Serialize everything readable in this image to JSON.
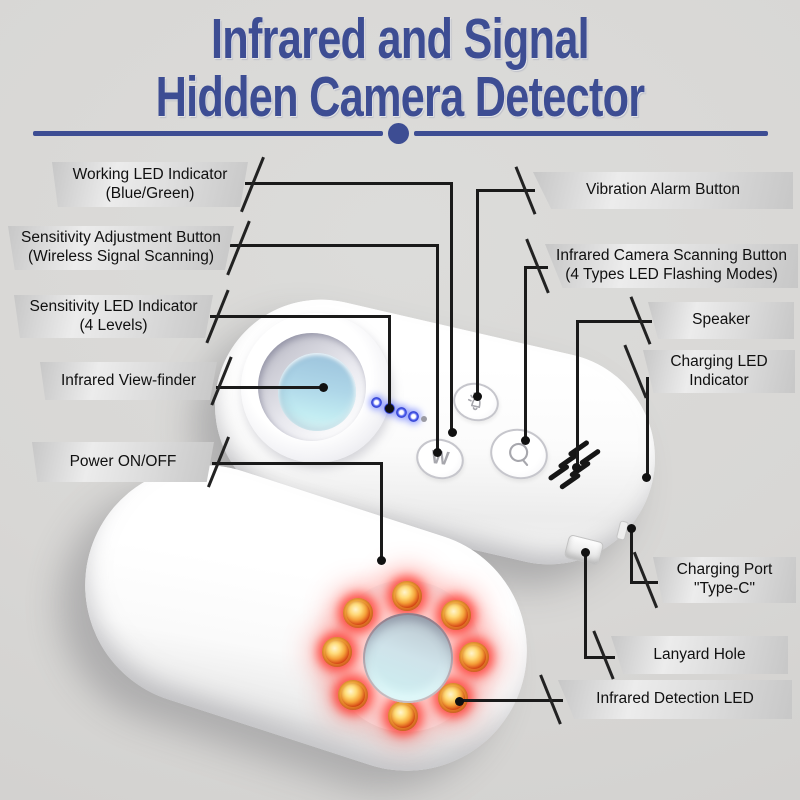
{
  "title": {
    "line1": "Infrared and Signal",
    "line2": "Hidden Camera Detector"
  },
  "labels": {
    "left": [
      {
        "id": "working-led-indicator",
        "text": "Working LED Indicator\n(Blue/Green)"
      },
      {
        "id": "sensitivity-adjustment-button",
        "text": "Sensitivity Adjustment Button\n(Wireless Signal Scanning)"
      },
      {
        "id": "sensitivity-led-indicator",
        "text": "Sensitivity LED Indicator\n(4 Levels)"
      },
      {
        "id": "infrared-view-finder",
        "text": "Infrared View-finder"
      },
      {
        "id": "power-on-off",
        "text": "Power ON/OFF"
      }
    ],
    "right": [
      {
        "id": "vibration-alarm-button",
        "text": "Vibration Alarm Button"
      },
      {
        "id": "infrared-camera-scanning-button",
        "text": "Infrared Camera Scanning Button\n(4 Types LED Flashing Modes)"
      },
      {
        "id": "speaker",
        "text": "Speaker"
      },
      {
        "id": "charging-led-indicator",
        "text": "Charging LED\nIndicator"
      },
      {
        "id": "charging-port-type-c",
        "text": "Charging Port\n\"Type-C\""
      },
      {
        "id": "lanyard-hole",
        "text": "Lanyard Hole"
      },
      {
        "id": "infrared-detection-led",
        "text": "Infrared Detection LED"
      }
    ]
  },
  "device_top": {
    "mode_button_label": "W",
    "icons": {
      "vibration_button": "bell-icon",
      "mode_button": "letter-w-icon",
      "scan_button": "magnifier-icon",
      "speaker": "speaker-grille",
      "leds": "sensitivity-led-dots",
      "lens": "infrared-viewfinder-lens"
    }
  },
  "device_bottom": {
    "infrared_led_count": 8,
    "icons": {
      "led_ring": "infrared-led-ring",
      "lens": "infrared-detection-lens"
    }
  },
  "colors": {
    "accent_blue": "#3d4d93",
    "label_text": "#101010",
    "callout_line": "#1a1a1a",
    "background": "#d8d7d5",
    "led_blue": "#2a3ad0",
    "led_red": "#e0561a",
    "lens_blue": "#aed6e8"
  }
}
